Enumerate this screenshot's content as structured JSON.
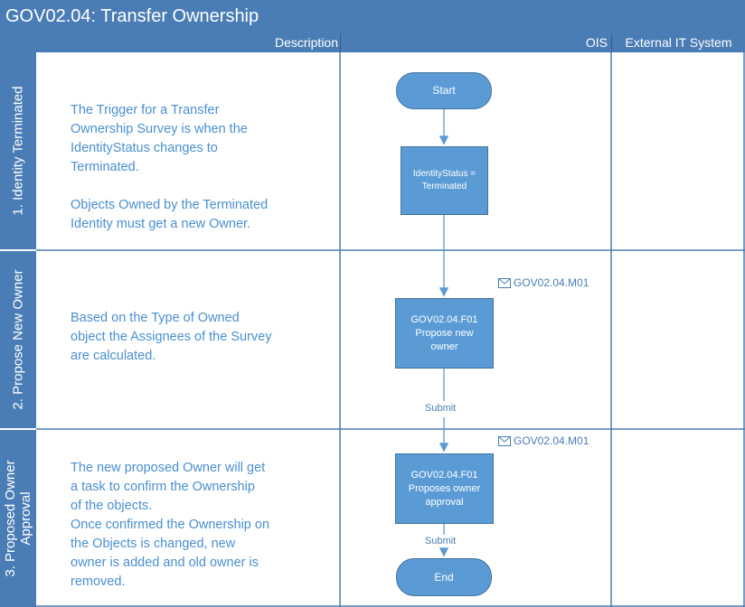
{
  "title": "GOV02.04: Transfer Ownership",
  "columns": {
    "description": "Description",
    "ois": "OIS",
    "external": "External IT System"
  },
  "lanes": [
    {
      "label": "1. Identity Terminated",
      "description": "The Trigger for a Transfer\nOwnership Survey is when the\nIdentityStatus changes to\nTerminated.\n\nObjects Owned by the Terminated\nIdentity must get a new Owner."
    },
    {
      "label": "2. Propose New Owner",
      "description": "Based on the Type of Owned\nobject the Assignees of the Survey\nare calculated."
    },
    {
      "label_line1": "3. Proposed Owner",
      "label_line2": "Approval",
      "description": "The new proposed Owner will get\na task to confirm the Ownership\nof the objects.\nOnce confirmed the Ownership on\nthe Objects is changed, new\nowner is added and old owner is\nremoved."
    }
  ],
  "flow": {
    "start": "Start",
    "identity_status": "IdentityStatus =\nTerminated",
    "propose": "GOV02.04.F01\nPropose new\nowner",
    "approval": "GOV02.04.F01\nProposes owner\napproval",
    "end": "End",
    "submit_1": "Submit",
    "submit_2": "Submit",
    "message_1": "GOV02.04.M01",
    "message_2": "GOV02.04.M01"
  },
  "colors": {
    "header": "#4a7db5",
    "shape": "#5b9bd5",
    "text": "#4a8fd0"
  }
}
